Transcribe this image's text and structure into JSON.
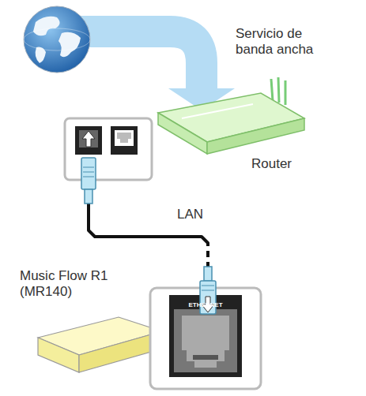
{
  "diagram": {
    "nodes": [
      {
        "text": [
          "Servicio de banda ancha"
        ]
      },
      {
        "text": [
          "Router"
        ]
      },
      {
        "text": [
          "Music Flow R1 (MR140)"
        ]
      }
    ],
    "edges": [
      {
        "from": 0,
        "to": 1,
        "arrow": "to"
      },
      {
        "from": 1,
        "to": 2,
        "label": "LAN",
        "arrow": "both"
      }
    ],
    "labels": [
      "LAN",
      "ETHERNET"
    ]
  }
}
